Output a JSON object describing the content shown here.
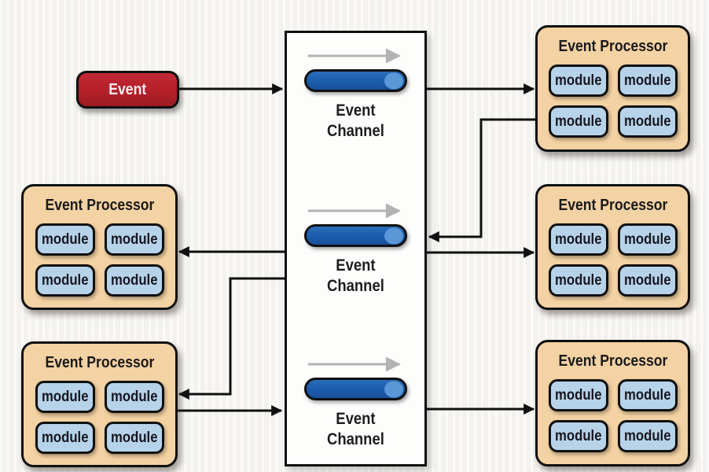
{
  "colors": {
    "background": "#f6f5f2",
    "panel_white": "#fdfdfc",
    "event_red": "#b4202a",
    "channel_blue": "#1d5fae",
    "channel_blue_cap": "#5b97d6",
    "processor_tan": "#f3d2a3",
    "module_blue": "#b7d3e9",
    "line_ink": "#101010",
    "flow_gray": "#b2b2b2"
  },
  "labels": {
    "event": "Event",
    "event_channel_line1": "Event",
    "event_channel_line2": "Channel",
    "event_processor": "Event Processor",
    "module": "module"
  },
  "structure": {
    "event_channels": 3,
    "event_processors": 5,
    "modules_per_processor": 4
  }
}
